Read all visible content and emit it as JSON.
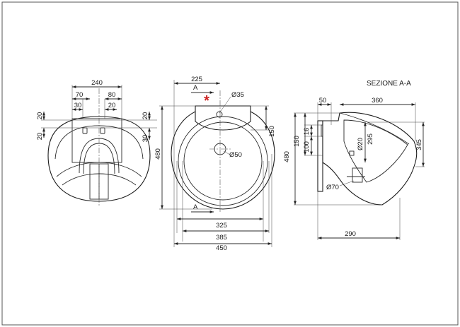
{
  "section_title": "SEZIONE A-A",
  "accent_color": "#cc2222",
  "marker_symbol": "*",
  "section_marker": "A",
  "front_view": {
    "width": "240",
    "span_left": "70",
    "span_right": "80",
    "inner_left": "30",
    "inner_right": "20",
    "side_left_top": "20",
    "side_left_bottom": "20",
    "side_right_top": "20",
    "side_right_bottom": "30"
  },
  "top_view": {
    "offset": "225",
    "hole_top": "Ø35",
    "depth": "480",
    "rim_height": "150",
    "hole_center": "Ø50",
    "inner_width": "325",
    "mid_width": "385",
    "outer_width": "450"
  },
  "section_view": {
    "top_left": "50",
    "top_right": "360",
    "height_left": "480",
    "h_150": "150",
    "h_16": "16",
    "h_100": "100",
    "hole_small": "Ø20",
    "h_295": "295",
    "h_345": "345",
    "hole_drain": "Ø70",
    "bottom_width": "290"
  }
}
